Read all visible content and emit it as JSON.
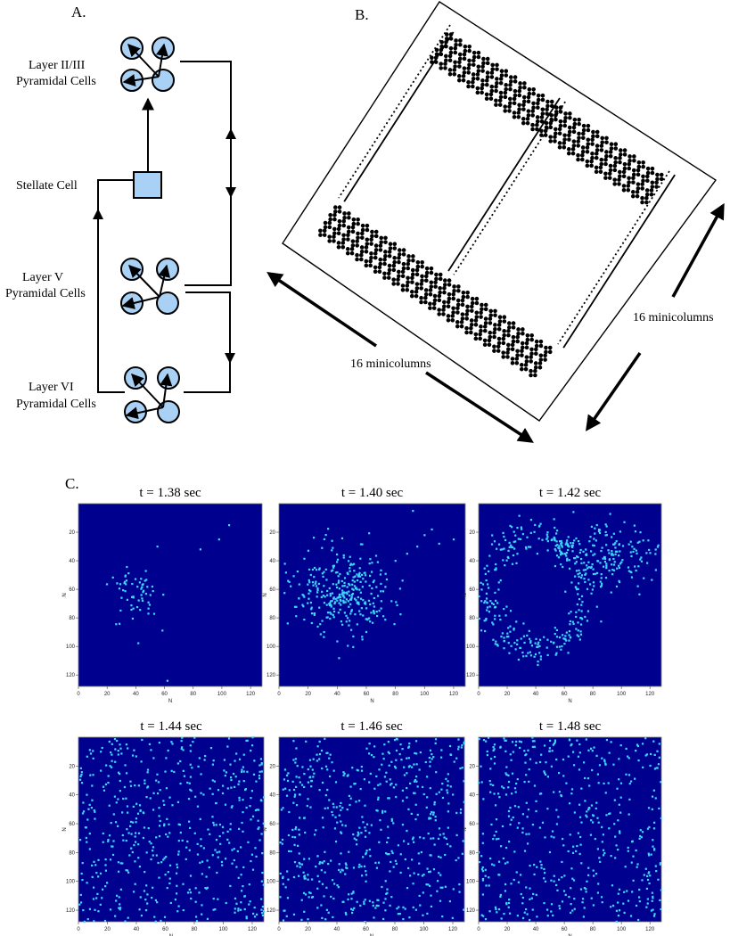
{
  "panel_a": {
    "letter": "A.",
    "labels": {
      "layer23_line1": "Layer  II/III",
      "layer23_line2": "Pyramidal Cells",
      "stellate": "Stellate Cell",
      "layer5_line1": "Layer V",
      "layer5_line2": "Pyramidal Cells",
      "layer6_line1": "Layer VI",
      "layer6_line2": "Pyramidal Cells"
    },
    "colors": {
      "cell_fill": "#a9d1f5",
      "cell_stroke": "#000000"
    }
  },
  "panel_b": {
    "letter": "B.",
    "label_bottom": "16 minicolumns",
    "label_right": "16 minicolumns",
    "icon": "neuron-cluster-icon"
  },
  "panel_c": {
    "letter": "C.",
    "colors": {
      "background": "#00008f",
      "spike": "#3fd8ff"
    },
    "chart_data": [
      {
        "type": "scatter",
        "title": "t = 1.38 sec",
        "xlabel": "N",
        "ylabel": "N",
        "xlim": [
          0,
          128
        ],
        "ylim": [
          128,
          0
        ],
        "xticks": [
          0,
          20,
          40,
          60,
          80,
          100,
          120
        ],
        "yticks": [
          20,
          40,
          60,
          80,
          100,
          120
        ],
        "pattern": "blob",
        "center": [
          40,
          65
        ],
        "spread": [
          8,
          12
        ],
        "n": 60,
        "seed": 11,
        "extras": [
          [
            105,
            15
          ],
          [
            98,
            25
          ],
          [
            85,
            32
          ],
          [
            55,
            30
          ],
          [
            62,
            124
          ]
        ]
      },
      {
        "type": "scatter",
        "title": "t = 1.40 sec",
        "xlabel": "N",
        "ylabel": "N",
        "xlim": [
          0,
          128
        ],
        "ylim": [
          128,
          0
        ],
        "xticks": [
          0,
          20,
          40,
          60,
          80,
          100,
          120
        ],
        "yticks": [
          20,
          40,
          60,
          80,
          100,
          120
        ],
        "pattern": "blob",
        "center": [
          42,
          62
        ],
        "spread": [
          17,
          15
        ],
        "n": 320,
        "seed": 23,
        "extras": [
          [
            95,
            30
          ],
          [
            100,
            22
          ],
          [
            105,
            18
          ],
          [
            88,
            35
          ],
          [
            110,
            28
          ],
          [
            80,
            40
          ],
          [
            120,
            25
          ],
          [
            92,
            5
          ]
        ]
      },
      {
        "type": "scatter",
        "title": "t = 1.42 sec",
        "xlabel": "N",
        "ylabel": "N",
        "xlim": [
          0,
          128
        ],
        "ylim": [
          128,
          0
        ],
        "xticks": [
          0,
          20,
          40,
          60,
          80,
          100,
          120
        ],
        "yticks": [
          20,
          40,
          60,
          80,
          100,
          120
        ],
        "pattern": "ring",
        "center": [
          40,
          62
        ],
        "radius": [
          33,
          40
        ],
        "width": 6,
        "n": 320,
        "seed": 37,
        "extras_blob": {
          "center": [
            92,
            38
          ],
          "spread": [
            18,
            11
          ],
          "n": 180
        }
      },
      {
        "type": "scatter",
        "title": "t = 1.44 sec",
        "xlabel": "N",
        "ylabel": "N",
        "xlim": [
          0,
          128
        ],
        "ylim": [
          128,
          0
        ],
        "xticks": [
          0,
          20,
          40,
          60,
          80,
          100,
          120
        ],
        "yticks": [
          20,
          40,
          60,
          80,
          100,
          120
        ],
        "pattern": "spread",
        "n": 520,
        "seed": 41
      },
      {
        "type": "scatter",
        "title": "t = 1.46 sec",
        "xlabel": "N",
        "ylabel": "N",
        "xlim": [
          0,
          128
        ],
        "ylim": [
          128,
          0
        ],
        "xticks": [
          0,
          20,
          40,
          60,
          80,
          100,
          120
        ],
        "yticks": [
          20,
          40,
          60,
          80,
          100,
          120
        ],
        "pattern": "spread",
        "n": 560,
        "seed": 53
      },
      {
        "type": "scatter",
        "title": "t = 1.48 sec",
        "xlabel": "N",
        "ylabel": "N",
        "xlim": [
          0,
          128
        ],
        "ylim": [
          128,
          0
        ],
        "xticks": [
          0,
          20,
          40,
          60,
          80,
          100,
          120
        ],
        "yticks": [
          20,
          40,
          60,
          80,
          100,
          120
        ],
        "pattern": "spread",
        "n": 500,
        "seed": 67
      }
    ]
  }
}
